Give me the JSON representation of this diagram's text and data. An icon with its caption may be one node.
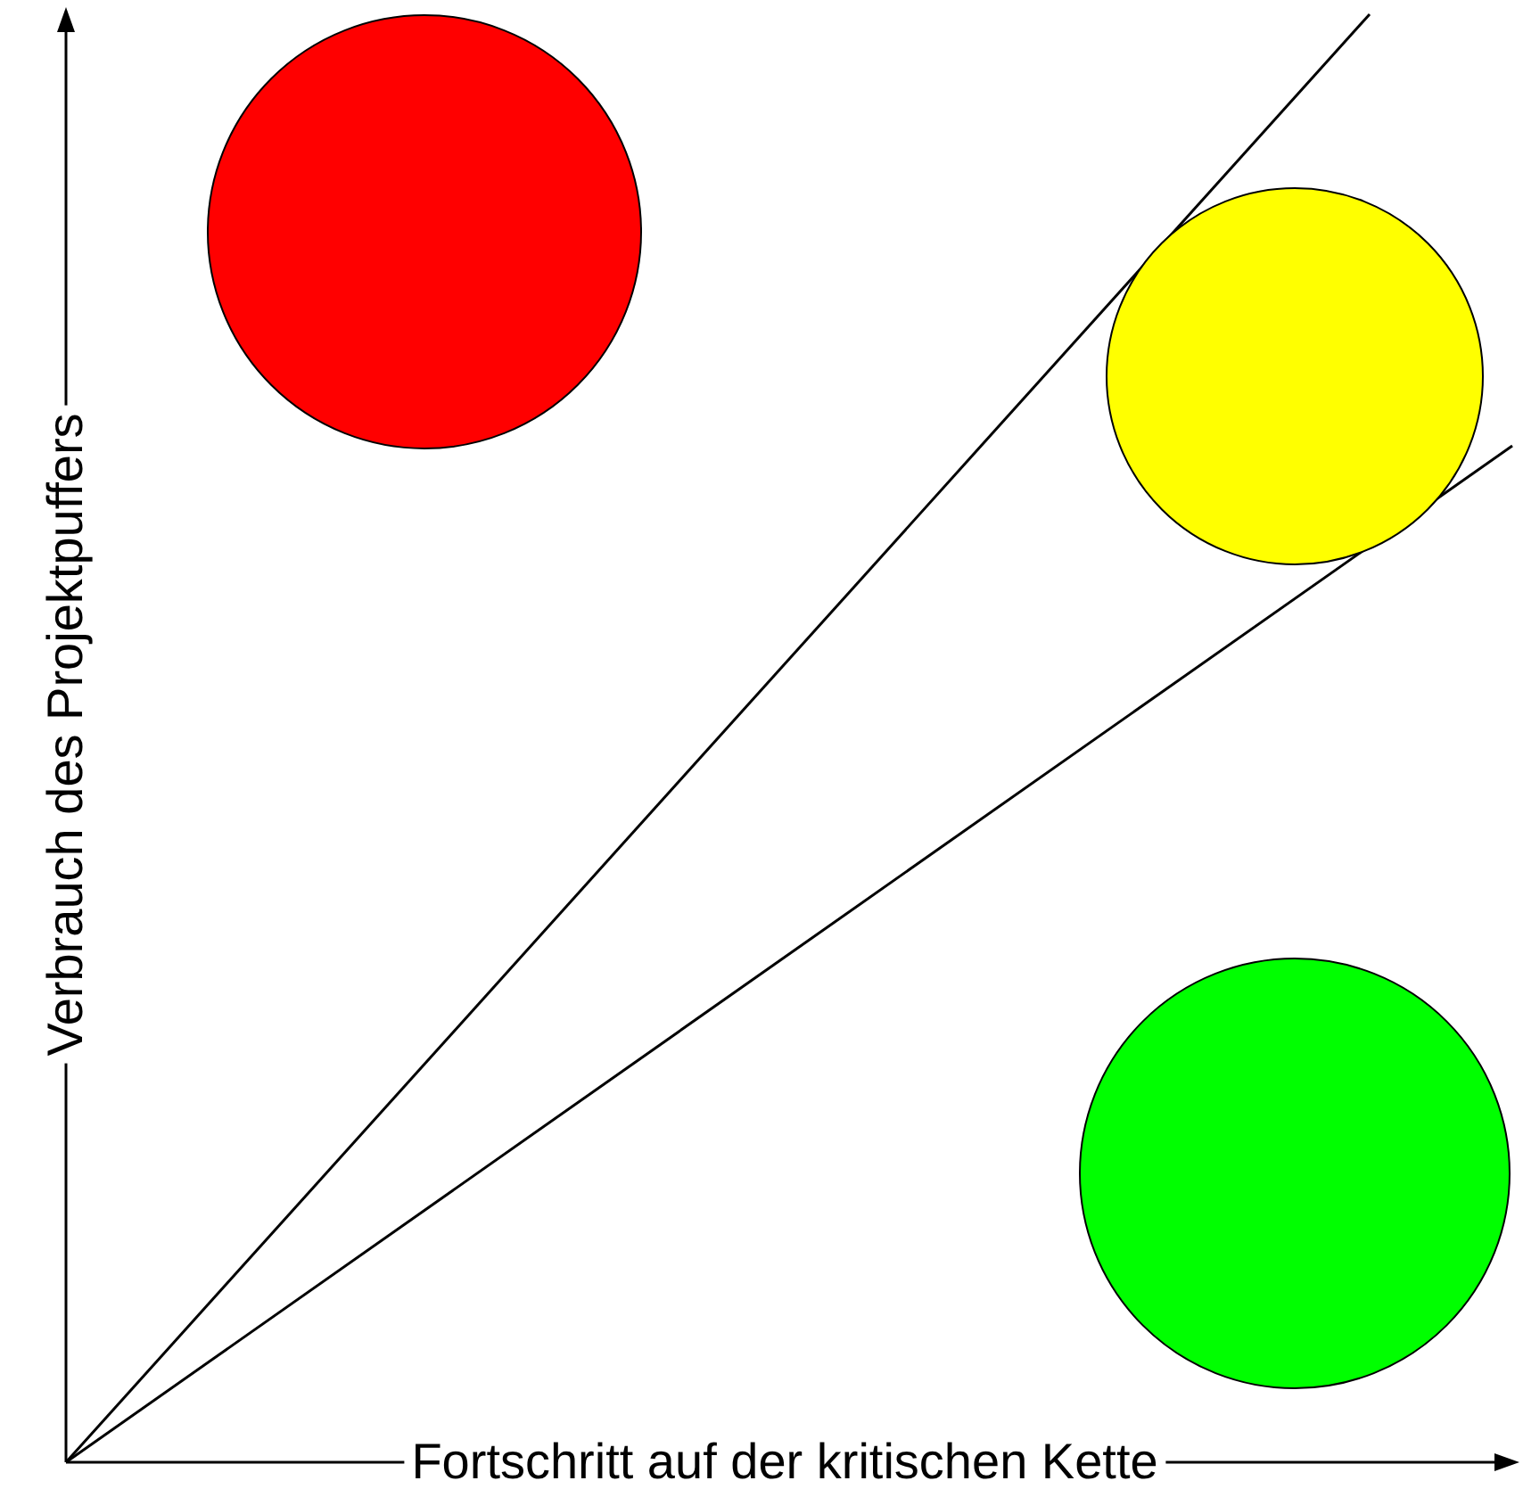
{
  "diagram": {
    "nodes": [
      {
        "text": [],
        "shape": "circle"
      },
      {
        "text": [],
        "shape": "circle"
      },
      {
        "text": [],
        "shape": "circle"
      }
    ],
    "labels": [
      "Verbrauch des Projektpuffers",
      "Fortschritt auf der kritischen Kette"
    ]
  }
}
